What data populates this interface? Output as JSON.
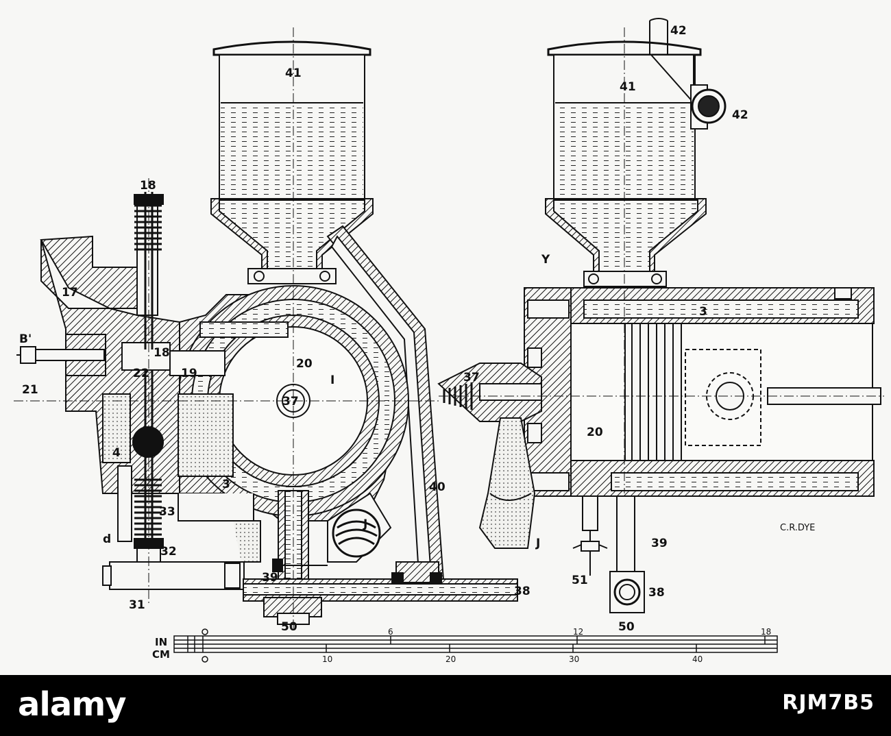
{
  "labels": {
    "l41a": "41",
    "l41b": "41",
    "l42a": "42",
    "l42b": "42",
    "l18a": "18",
    "l18b": "18",
    "l17": "17",
    "lB": "B'",
    "l21": "21",
    "l22": "22",
    "l19": "19",
    "l20a": "20",
    "l20b": "20",
    "l37a": "37",
    "l37b": "37",
    "l4": "4",
    "l3a": "3",
    "l3b": "3",
    "l33": "33",
    "l32": "32",
    "ld": "d",
    "l31": "31",
    "l39a": "39",
    "l39b": "39",
    "lJa": "J",
    "lJb": "J",
    "l40": "40",
    "l38a": "38",
    "l38b": "38",
    "l50a": "50",
    "l50b": "50",
    "l51": "51",
    "lY": "Y",
    "lI": "I"
  },
  "signature": "C.R.DYE",
  "scale": {
    "in_label": "IN",
    "cm_label": "CM",
    "in_ticks": [
      "0",
      "6",
      "12",
      "18"
    ],
    "cm_ticks": [
      "0",
      "10",
      "20",
      "30",
      "40"
    ]
  },
  "footer": {
    "brand": "alamy",
    "stock_id": "RJM7B5"
  },
  "colors": {
    "ink": "#111111",
    "paper": "#f7f7f5",
    "footer_bg": "#000000",
    "footer_text": "#ffffff"
  }
}
